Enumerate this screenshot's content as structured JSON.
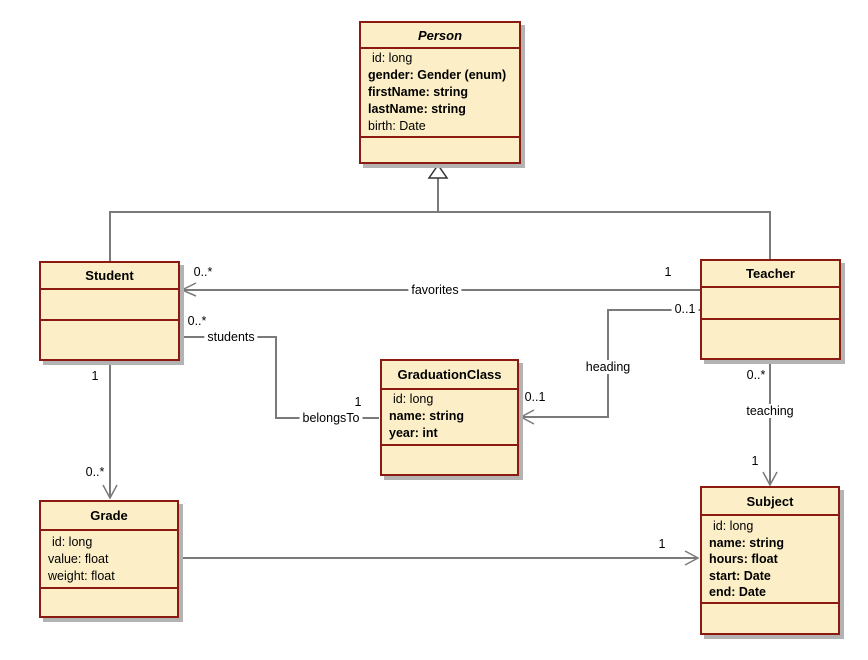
{
  "palette": {
    "class_fill": "#fcefc7",
    "class_border": "#8b1a10",
    "shadow": "#b3b3b3",
    "association_line": "#7a7a7a",
    "generalization_line": "#4d4d4d",
    "label_text": "#000000"
  },
  "classes": {
    "person": {
      "name": "Person",
      "abstract": true,
      "attributes": [
        {
          "text": "id: long",
          "bold": false
        },
        {
          "text": "gender: Gender (enum)",
          "bold": true
        },
        {
          "text": "firstName: string",
          "bold": true
        },
        {
          "text": "lastName: string",
          "bold": true
        },
        {
          "text": "birth: Date",
          "bold": false
        }
      ]
    },
    "student": {
      "name": "Student",
      "abstract": false,
      "attributes": []
    },
    "teacher": {
      "name": "Teacher",
      "abstract": false,
      "attributes": []
    },
    "graduationClass": {
      "name": "GraduationClass",
      "abstract": false,
      "attributes": [
        {
          "text": "id: long",
          "bold": false
        },
        {
          "text": "name: string",
          "bold": true
        },
        {
          "text": "year: int",
          "bold": true
        }
      ]
    },
    "grade": {
      "name": "Grade",
      "abstract": false,
      "attributes": [
        {
          "text": "id: long",
          "bold": false
        },
        {
          "text": "value: float",
          "bold": false
        },
        {
          "text": "weight: float",
          "bold": false
        }
      ]
    },
    "subject": {
      "name": "Subject",
      "abstract": false,
      "attributes": [
        {
          "text": "id: long",
          "bold": false
        },
        {
          "text": "name: string",
          "bold": true
        },
        {
          "text": "hours: float",
          "bold": true
        },
        {
          "text": "start: Date",
          "bold": true
        },
        {
          "text": "end: Date",
          "bold": true
        }
      ]
    }
  },
  "associations": {
    "favorites": {
      "name": "favorites",
      "student_mult": "0..*",
      "teacher_mult": "1"
    },
    "students": {
      "student_role": "students",
      "student_mult": "0..*",
      "class_role": "belongsTo",
      "class_mult": "1"
    },
    "heading": {
      "name": "heading",
      "teacher_mult": "0..1",
      "class_mult": "0..1"
    },
    "grades": {
      "student_mult": "1",
      "grade_mult": "0..*"
    },
    "gradeSubject": {
      "subject_mult": "1"
    },
    "teaching": {
      "name": "teaching",
      "teacher_mult": "0..*",
      "subject_mult": "1"
    }
  }
}
